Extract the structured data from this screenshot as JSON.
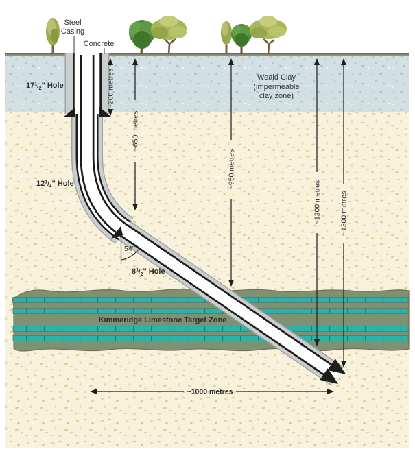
{
  "surface": {
    "steel_casing_line1": "Steel",
    "steel_casing_line2": "Casing",
    "concrete_label": "Concrete"
  },
  "layers": {
    "weald_clay_line1": "Weald Clay",
    "weald_clay_line2": "(impermeable",
    "weald_clay_line3": "clay zone)",
    "target_zone_label": "Kimmeridge Limestone Target Zone"
  },
  "holes": {
    "h17": {
      "whole": "17",
      "num": "1",
      "slash": "/",
      "den": "2",
      "suffix": "\" Hole"
    },
    "h12": {
      "whole": "12",
      "num": "1",
      "slash": "/",
      "den": "4",
      "suffix": "\" Hole"
    },
    "h8": {
      "whole": "8",
      "num": "1",
      "slash": "/",
      "den": "2",
      "suffix": "\" Hole"
    }
  },
  "measurements": {
    "m260": {
      "label": "~260 metres"
    },
    "m650": {
      "label": "~650 metres"
    },
    "m950": {
      "label": "~950 metres"
    },
    "m1200": {
      "label": "~1200 metres"
    },
    "m1300": {
      "label": "~1300 metres"
    },
    "m1000": {
      "label": "~1000 metres"
    }
  },
  "angle_label": "54°",
  "icons": {
    "trees": [
      "poplar-tree",
      "round-tree",
      "spreading-tree"
    ]
  },
  "colors": {
    "clay": "#d2dfe3",
    "sand": "#f8f2dc",
    "limestone": "#7e9273",
    "teal_stripe": "#2bb3aa",
    "casing_gray": "#cbcdcf",
    "ground_line": "#918d77",
    "ink": "#1d1d1b"
  }
}
